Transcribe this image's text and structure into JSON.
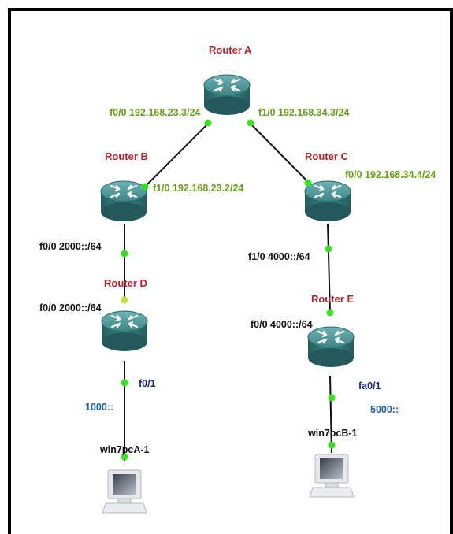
{
  "routers": {
    "a": {
      "name": "Router A"
    },
    "b": {
      "name": "Router B"
    },
    "c": {
      "name": "Router C"
    },
    "d": {
      "name": "Router D"
    },
    "e": {
      "name": "Router E"
    }
  },
  "interfaces": {
    "a_f0": "f0/0 192.168.23.3/24",
    "a_f1": "f1/0 192.168.34.3/24",
    "b_f1": "f1/0 192.168.23.2/24",
    "c_f0": "f0/0 192.168.34.4/24",
    "b_f0": "f0/0 2000::/64",
    "d_f0": "f0/0 2000::/64",
    "d_f01": "f0/1",
    "c_f1": "f1/0 4000::/64",
    "e_f0": "f0/0 4000::/64",
    "e_fa01": "fa0/1"
  },
  "networks": {
    "left": "1000::",
    "right": "5000::"
  },
  "hosts": {
    "left": "win7pcA-1",
    "right": "win7pcB-1"
  },
  "colors": {
    "router_body": "#3e8a8a",
    "link_dot": "#39e21f",
    "router_label": "#b8232b",
    "ip_green": "#6a9e19",
    "ip_blue": "#1f5fa8"
  }
}
